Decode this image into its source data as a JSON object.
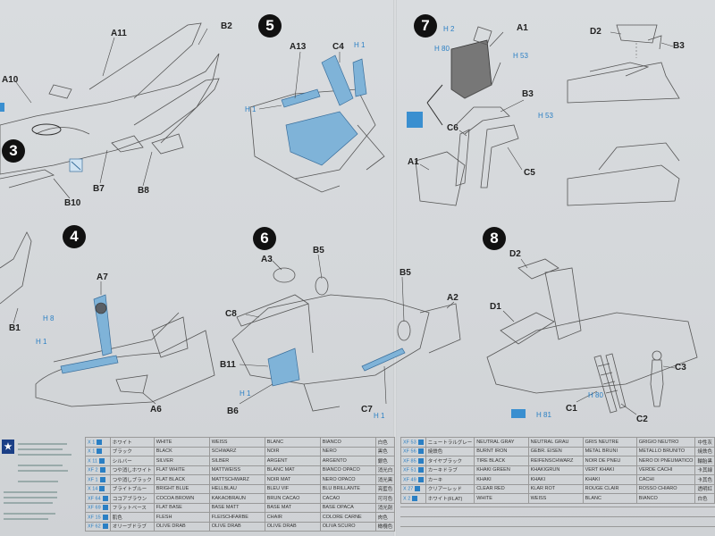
{
  "steps": {
    "s3": "3",
    "s4": "4",
    "s5": "5",
    "s6": "6",
    "s7": "7",
    "s8": "8"
  },
  "labels": {
    "A11": "A11",
    "B2": "B2",
    "A10": "A10",
    "B7": "B7",
    "B8": "B8",
    "B10": "B10",
    "A13": "A13",
    "C4": "C4",
    "A1a": "A1",
    "B3a": "B3",
    "C6": "C6",
    "C5": "C5",
    "A1b": "A1",
    "D2a": "D2",
    "B3b": "B3",
    "A7": "A7",
    "B1": "B1",
    "A6": "A6",
    "A3": "A3",
    "B5a": "B5",
    "B5b": "B5",
    "C8": "C8",
    "A2": "A2",
    "B11": "B11",
    "B6": "B6",
    "C7": "C7",
    "D2b": "D2",
    "D1": "D1",
    "C3": "C3",
    "C1": "C1",
    "C2": "C2"
  },
  "refs": {
    "r5h1": "H 1",
    "r5h1b": "H 1",
    "r7h2": "H 2",
    "r7h80": "H 80",
    "r7h53": "H 53",
    "r7h53b": "H 53",
    "r4h8": "H 8",
    "r4h1": "H 1",
    "r6h1": "H 1",
    "r6h1b": "H 1",
    "r8h81": "H 81",
    "r8h80": "H 80"
  },
  "paints_left": [
    {
      "code": "X 1",
      "jp": "ホワイト",
      "en": "WHITE",
      "de": "WEISS",
      "fr": "BLANC",
      "it": "BIANCO",
      "jp2": "白色"
    },
    {
      "code": "X 1",
      "jp": "ブラック",
      "en": "BLACK",
      "de": "SCHWARZ",
      "fr": "NOIR",
      "it": "NERO",
      "jp2": "黒色"
    },
    {
      "code": "X 11",
      "jp": "シルバー",
      "en": "SILVER",
      "de": "SILBER",
      "fr": "ARGENT",
      "it": "ARGENTO",
      "jp2": "銀色"
    },
    {
      "code": "XF 2",
      "jp": "つや消しホワイト",
      "en": "FLAT WHITE",
      "de": "MATTWEISS",
      "fr": "BLANC MAT",
      "it": "BIANCO OPACO",
      "jp2": "消光白"
    },
    {
      "code": "XF 1",
      "jp": "つや消しブラック",
      "en": "FLAT BLACK",
      "de": "MATTSCHWARZ",
      "fr": "NOIR MAT",
      "it": "NERO OPACO",
      "jp2": "消光黒"
    },
    {
      "code": "X 14",
      "jp": "ブライトブルー",
      "en": "BRIGHT BLUE",
      "de": "HELLBLAU",
      "fr": "BLEU VIF",
      "it": "BLU BRILLANTE",
      "jp2": "亮藍色"
    },
    {
      "code": "XF 64",
      "jp": "ココアブラウン",
      "en": "COCOA BROWN",
      "de": "KAKAOBRAUN",
      "fr": "BRUN CACAO",
      "it": "CACAO",
      "jp2": "可可色"
    },
    {
      "code": "XF 69",
      "jp": "フラットベース",
      "en": "FLAT BASE",
      "de": "BASE MATT",
      "fr": "BASE MAT",
      "it": "BASE OPACA",
      "jp2": "消光剤"
    },
    {
      "code": "XF 15",
      "jp": "肌色",
      "en": "FLESH",
      "de": "FLEISCHFARBE",
      "fr": "CHAIR",
      "it": "COLORE CARNE",
      "jp2": "肉色"
    },
    {
      "code": "XF 62",
      "jp": "オリーブドラブ",
      "en": "OLIVE DRAB",
      "de": "OLIVE DRAB",
      "fr": "OLIVE DRAB",
      "it": "OLIVA SCURO",
      "jp2": "橄欖色"
    }
  ],
  "paints_right": [
    {
      "code": "XF 53",
      "jp": "ニュートラルグレー",
      "en": "NEUTRAL GRAY",
      "de": "NEUTRAL GRAU",
      "fr": "GRIS NEUTRE",
      "it": "GRIGIO NEUTRO",
      "jp2": "中性灰"
    },
    {
      "code": "XF 56",
      "jp": "焼鉄色",
      "en": "BURNT IRON",
      "de": "GEBR. EISEN",
      "fr": "METAL BRUNI",
      "it": "METALLO BRUNITO",
      "jp2": "焼鉄色"
    },
    {
      "code": "XF 85",
      "jp": "タイヤブラック",
      "en": "TIRE BLACK",
      "de": "REIFENSCHWARZ",
      "fr": "NOIR DE PNEU",
      "it": "NERO DI PNEUMATICO",
      "jp2": "輪胎黒"
    },
    {
      "code": "XF 51",
      "jp": "カーキドラブ",
      "en": "KHAKI GREEN",
      "de": "KHAKIGRUN",
      "fr": "VERT KHAKI",
      "it": "VERDE CACHI",
      "jp2": "卡其緑"
    },
    {
      "code": "XF 49",
      "jp": "カーキ",
      "en": "KHAKI",
      "de": "KHAKI",
      "fr": "KHAKI",
      "it": "CACHI",
      "jp2": "卡其色"
    },
    {
      "code": "X 27",
      "jp": "クリアーレッド",
      "en": "CLEAR RED",
      "de": "KLAR ROT",
      "fr": "ROUGE CLAIR",
      "it": "ROSSO CHIARO",
      "jp2": "透明紅"
    },
    {
      "code": "X 2",
      "jp": "ホワイト(FLAT)",
      "en": "WHITE",
      "de": "WEISS",
      "fr": "BLANC",
      "it": "BIANCO",
      "jp2": "白色"
    }
  ]
}
